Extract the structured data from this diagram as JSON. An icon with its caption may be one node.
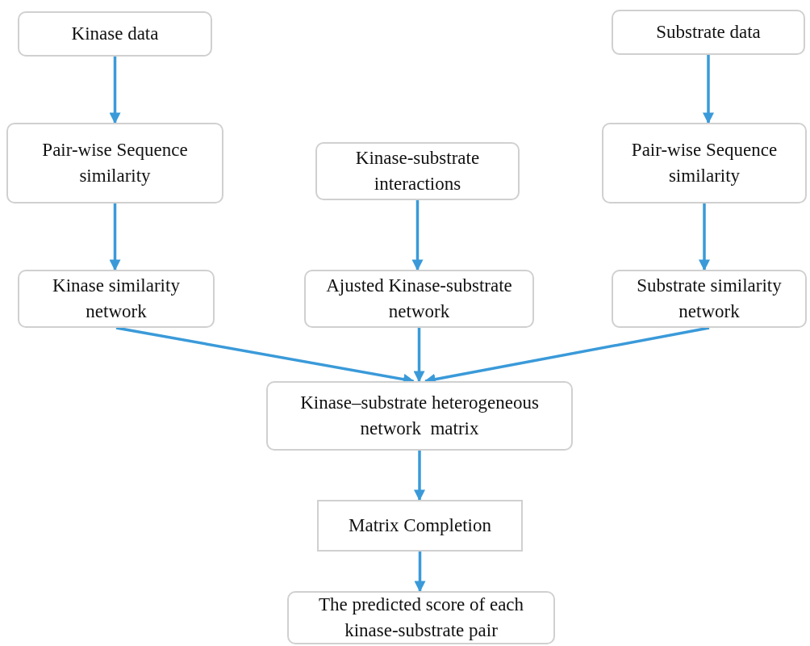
{
  "diagram": {
    "nodes": [
      {
        "text": [
          "Kinase data"
        ]
      },
      {
        "text": [
          "Pair-wise Sequence similarity"
        ]
      },
      {
        "text": [
          "Kinase-substrate interactions"
        ]
      },
      {
        "text": [
          "Substrate data"
        ]
      },
      {
        "text": [
          "Pair-wise Sequence similarity"
        ]
      },
      {
        "text": [
          "Kinase similarity network"
        ]
      },
      {
        "text": [
          "Ajusted Kinase-substrate network"
        ]
      },
      {
        "text": [
          "Substrate similarity network"
        ]
      },
      {
        "text": [
          "Kinase–substrate heterogeneous network  matrix"
        ]
      },
      {
        "text": [
          "Matrix Completion"
        ]
      },
      {
        "text": [
          "The predicted score of each kinase-substrate pair"
        ]
      }
    ],
    "edges": [
      {
        "from": 0,
        "to": 1,
        "arrow": "to"
      },
      {
        "from": 1,
        "to": 5,
        "arrow": "to"
      },
      {
        "from": 3,
        "to": 4,
        "arrow": "to"
      },
      {
        "from": 4,
        "to": 7,
        "arrow": "to"
      },
      {
        "from": 2,
        "to": 6,
        "arrow": "to"
      },
      {
        "from": 5,
        "to": 8,
        "arrow": "to"
      },
      {
        "from": 6,
        "to": 8,
        "arrow": "to"
      },
      {
        "from": 7,
        "to": 8,
        "arrow": "to"
      },
      {
        "from": 8,
        "to": 9,
        "arrow": "to"
      },
      {
        "from": 9,
        "to": 10,
        "arrow": "to"
      }
    ]
  }
}
